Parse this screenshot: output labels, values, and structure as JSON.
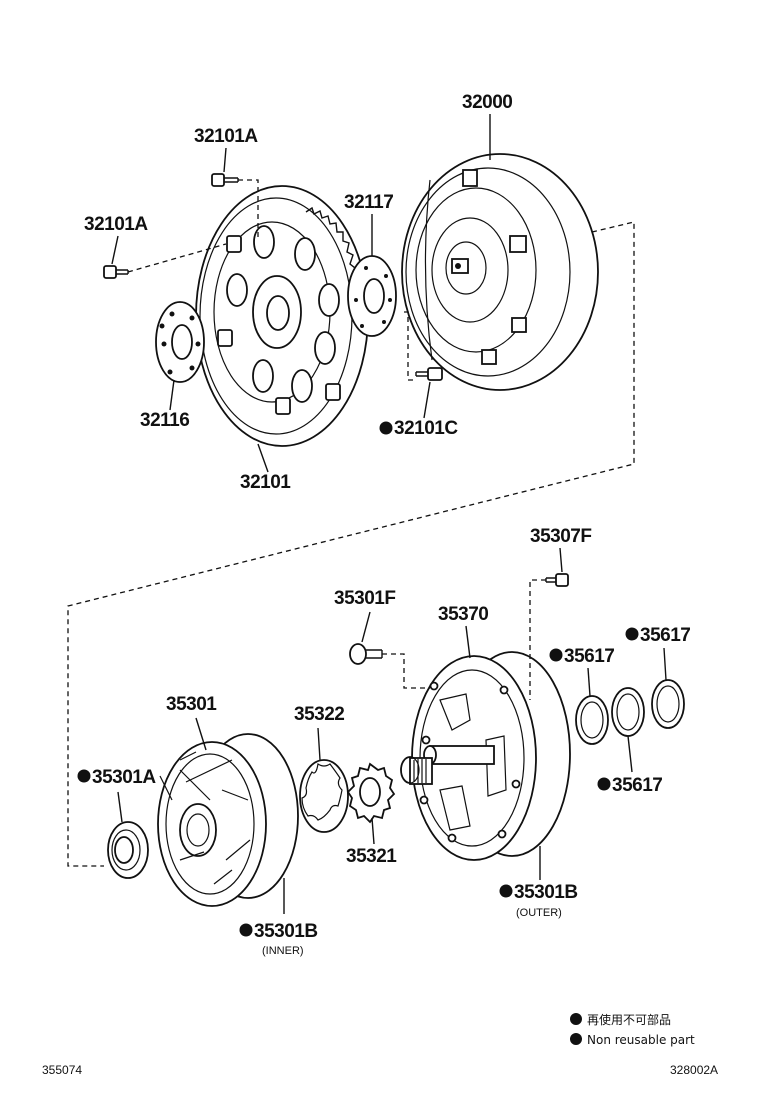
{
  "labels": {
    "p32000": "32000",
    "p32101A_top": "32101A",
    "p32101A_left": "32101A",
    "p32117": "32117",
    "p32116": "32116",
    "p32101": "32101",
    "p32101C": "32101C",
    "p35307F": "35307F",
    "p35301F": "35301F",
    "p35370": "35370",
    "p35617_a": "35617",
    "p35617_b": "35617",
    "p35617_c": "35617",
    "p35301": "35301",
    "p35322": "35322",
    "p35301A": "35301A",
    "p35321": "35321",
    "p35301B_outer": "35301B",
    "p35301B_inner": "35301B",
    "outer_note": "(OUTER)",
    "inner_note": "(INNER)"
  },
  "legend": {
    "japanese": "再使用不可部品",
    "english": "Non  reusable part"
  },
  "footer": {
    "left_code": "355074",
    "right_code": "328002A"
  }
}
